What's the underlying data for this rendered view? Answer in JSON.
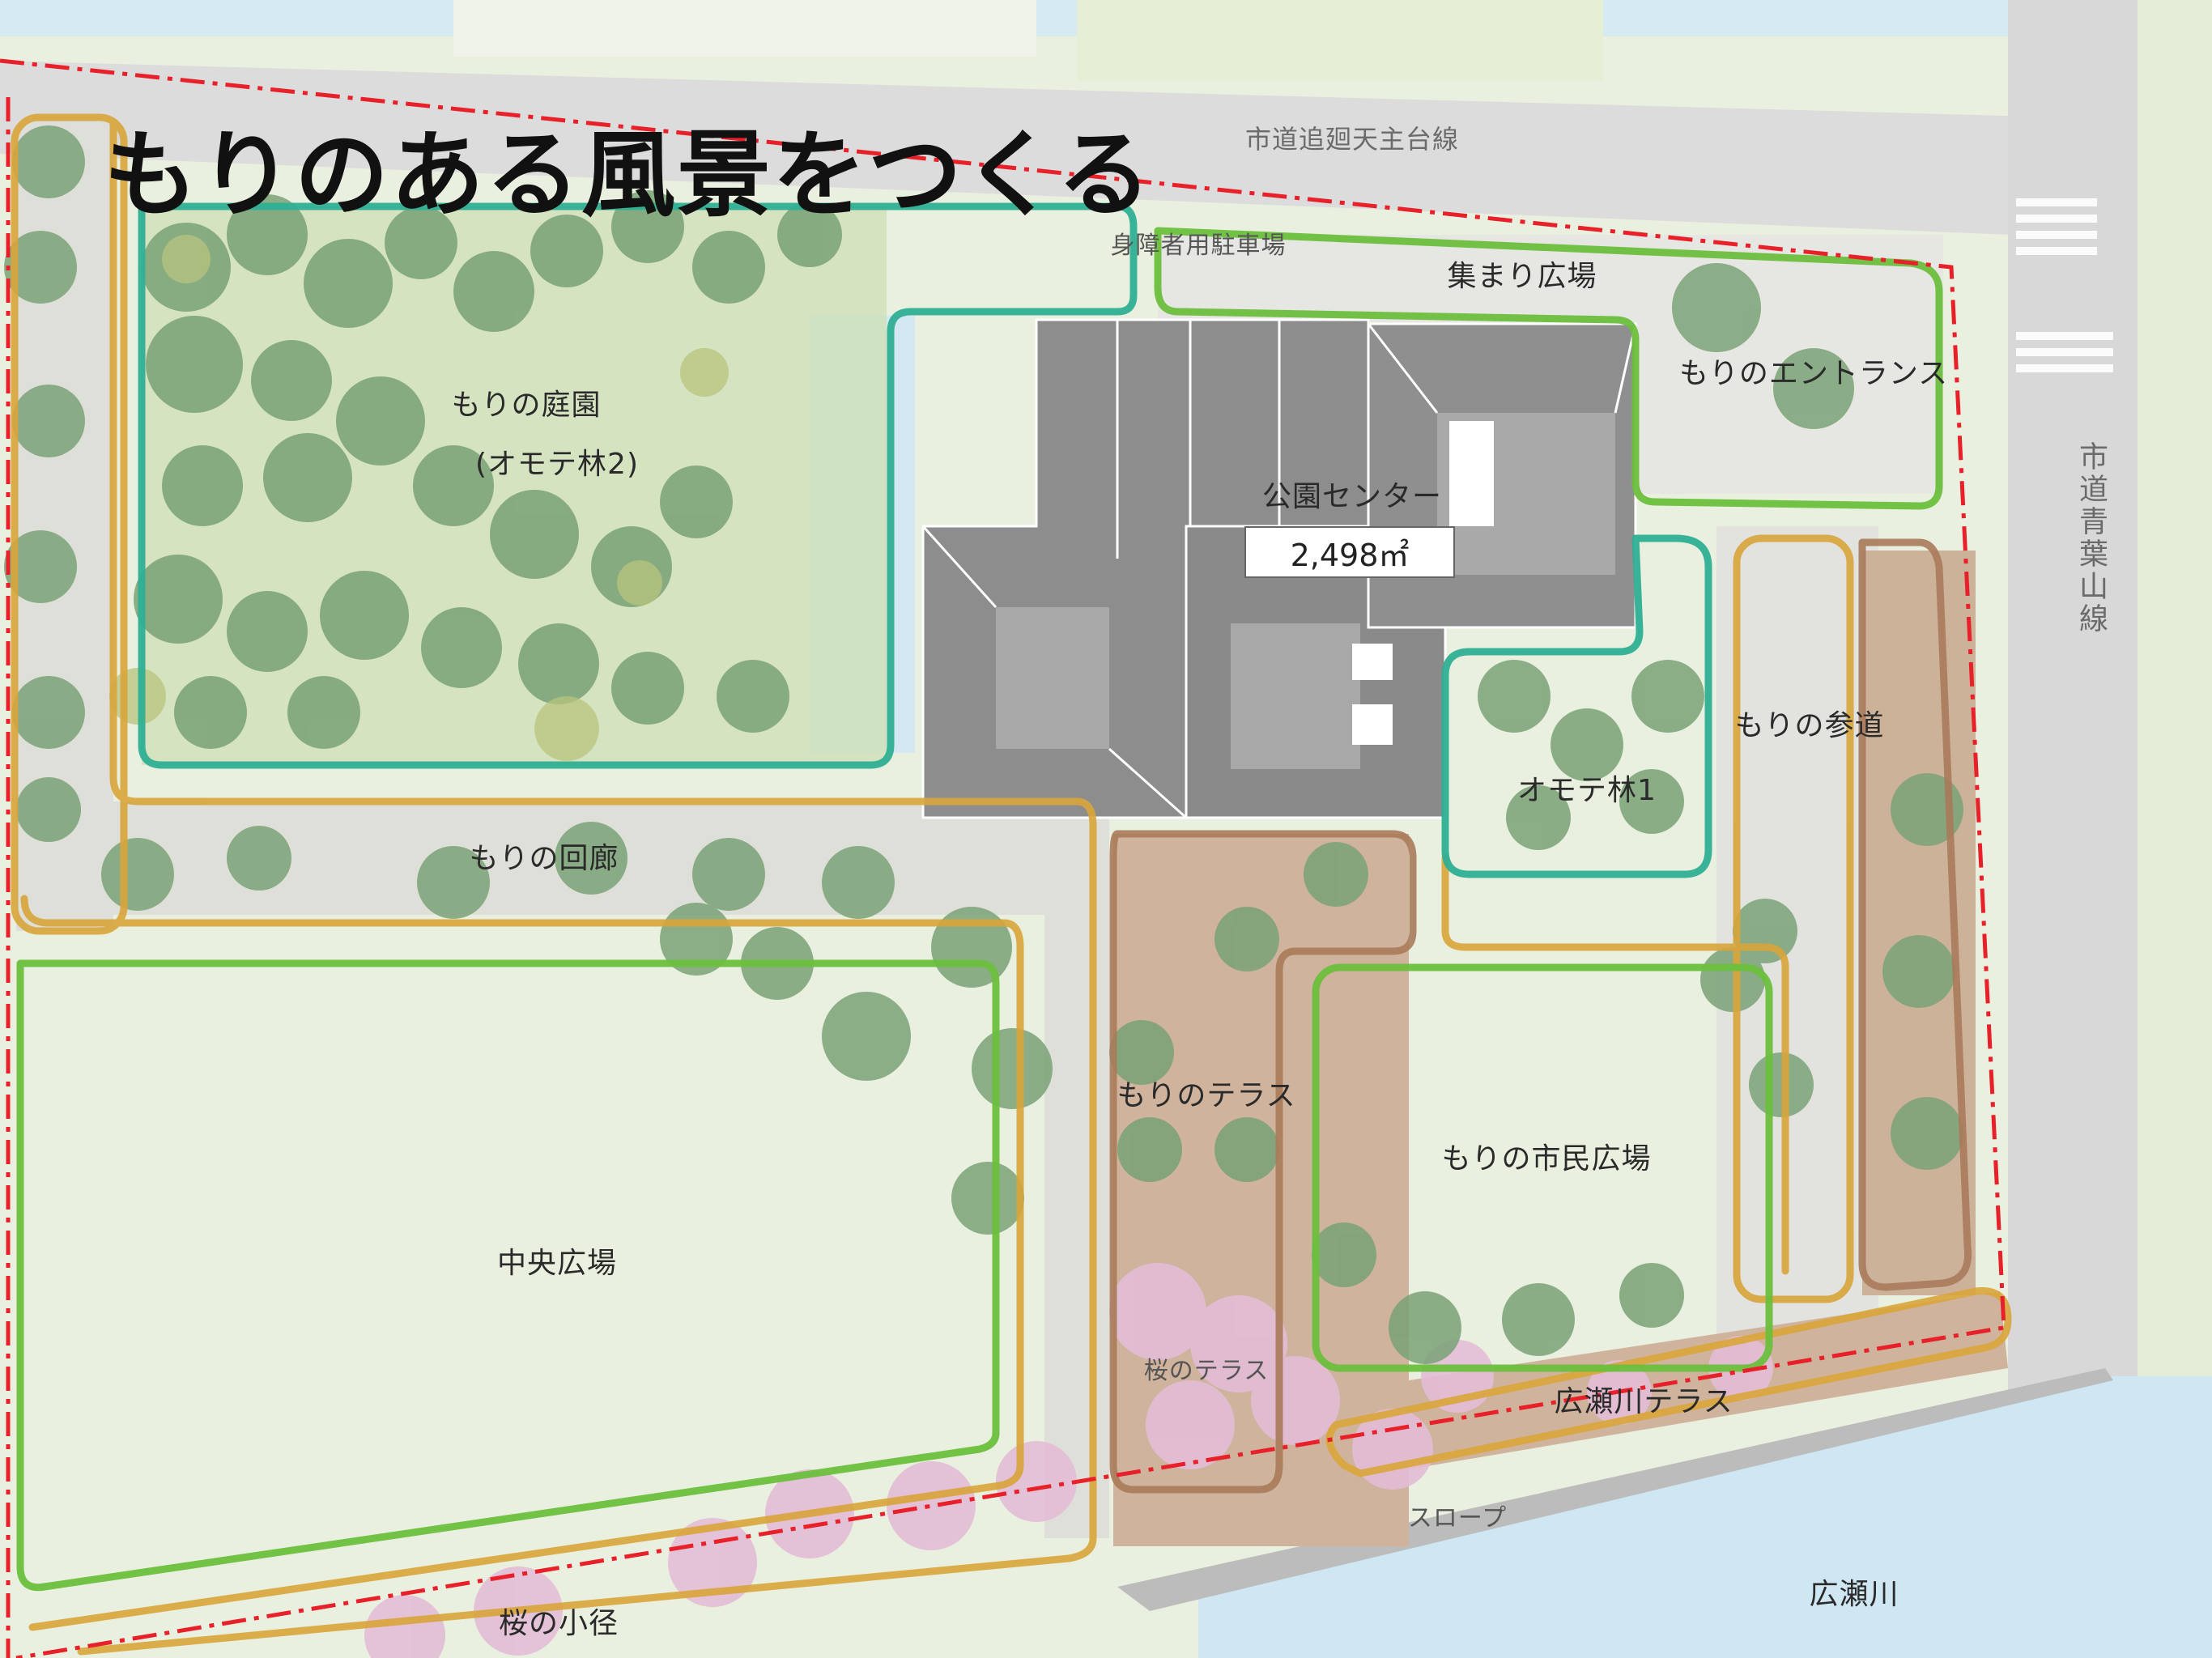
{
  "title": "もりのある風景をつくる",
  "roads": {
    "north": "市道追廻天主台線",
    "east": "市道青葉山線"
  },
  "building": {
    "name": "公園センター",
    "area": "2,498㎡"
  },
  "areas": {
    "accessible_parking": "身障者用駐車場",
    "gathering_plaza": "集まり広場",
    "forest_entrance": "もりのエントランス",
    "forest_garden": "もりの庭園",
    "forest_garden_sub": "(オモテ林2)",
    "omote_forest_1": "オモテ林1",
    "forest_approach": "もりの参道",
    "forest_corridor": "もりの回廊",
    "forest_terrace": "もりのテラス",
    "citizen_plaza": "もりの市民広場",
    "central_plaza": "中央広場",
    "cherry_terrace": "桜のテラス",
    "hirose_terrace": "広瀬川テラス",
    "slope": "スロープ",
    "river": "広瀬川",
    "cherry_path": "桜の小径"
  },
  "colors": {
    "boundary": "#e8202a",
    "forest_zone": "#2eaf94",
    "green_zone": "#6cbf3d",
    "path_zone": "#d9a53a",
    "wood_zone": "#a87a5a",
    "water": "#cfe6f3",
    "lawn": "#e3edcd",
    "roof": "#8d8d8d",
    "road": "#dcdcdc"
  }
}
